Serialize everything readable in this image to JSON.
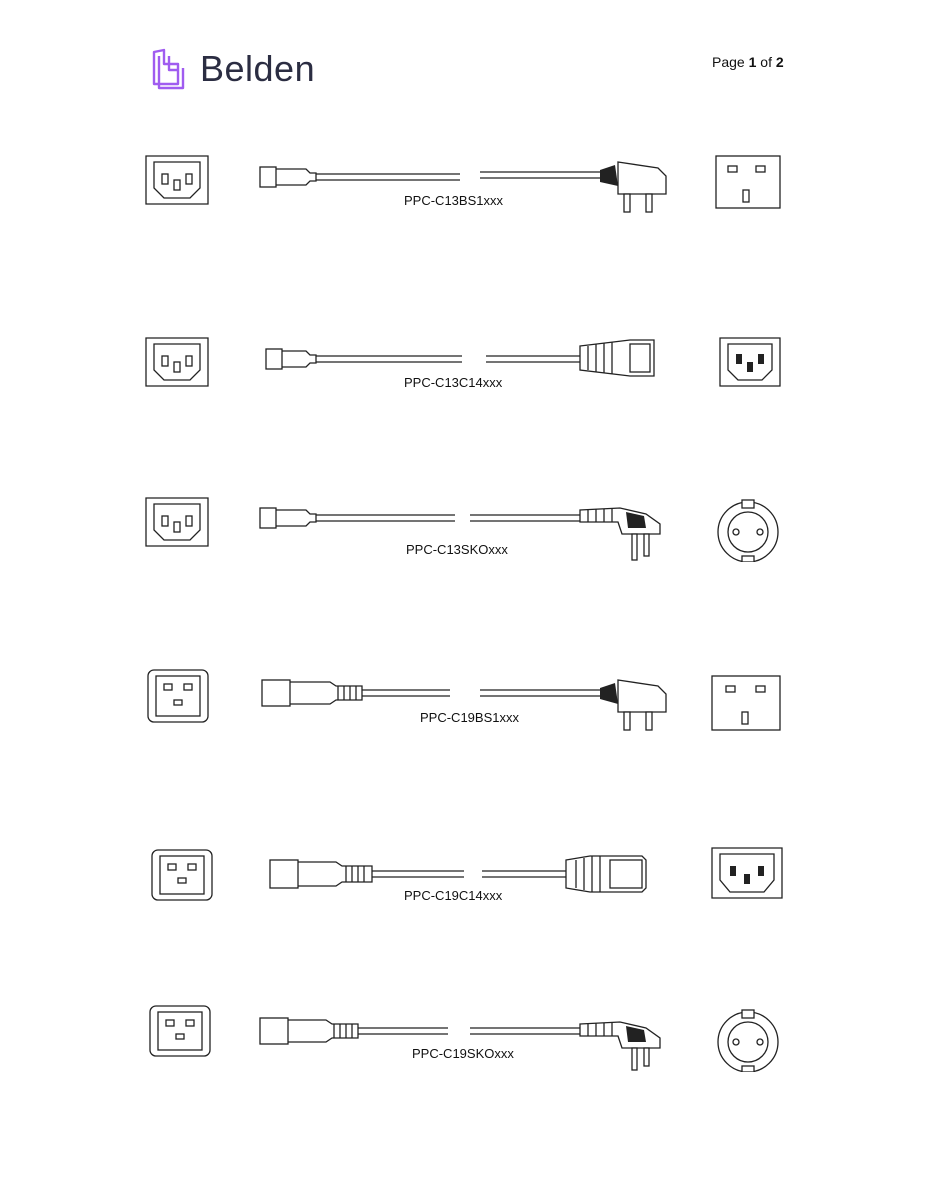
{
  "header": {
    "brand": "Belden",
    "brand_color": "#a05cf0",
    "page_word": "Page",
    "page_current": "1",
    "page_of": "of",
    "page_total": "2"
  },
  "cables": [
    {
      "part": "PPC-C13BS1xxx",
      "inlet": "C13-icon",
      "cable": "c13-to-bs1363-icon",
      "outlet": "bs1363-socket-icon"
    },
    {
      "part": "PPC-C13C14xxx",
      "inlet": "C13-icon",
      "cable": "c13-to-c14-icon",
      "outlet": "c14-socket-icon"
    },
    {
      "part": "PPC-C13SKOxxx",
      "inlet": "C13-icon",
      "cable": "c13-to-schuko-icon",
      "outlet": "schuko-socket-icon"
    },
    {
      "part": "PPC-C19BS1xxx",
      "inlet": "C19-icon",
      "cable": "c19-to-bs1363-icon",
      "outlet": "bs1363-socket-icon"
    },
    {
      "part": "PPC-C19C14xxx",
      "inlet": "C19-icon",
      "cable": "c19-to-c14-icon",
      "outlet": "c14-socket-icon"
    },
    {
      "part": "PPC-C19SKOxxx",
      "inlet": "C19-icon",
      "cable": "c19-to-schuko-icon",
      "outlet": "schuko-socket-icon"
    }
  ]
}
